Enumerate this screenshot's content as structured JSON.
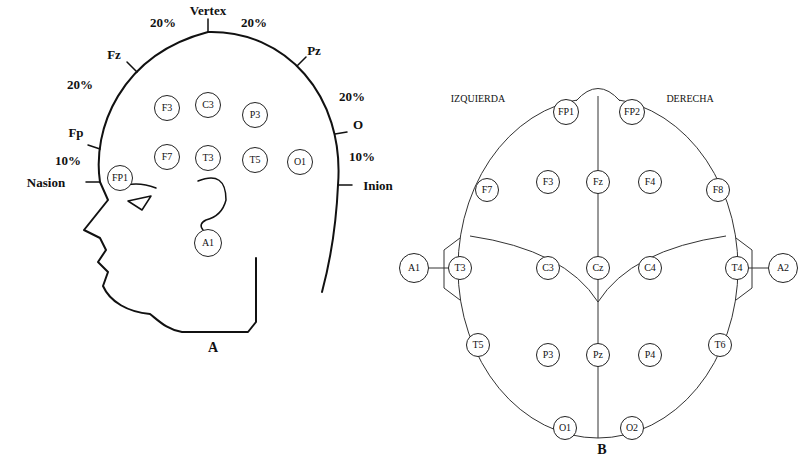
{
  "diagram": {
    "nodes": [
      {
        "text": [
          "F3"
        ]
      },
      {
        "text": [
          "C3"
        ]
      },
      {
        "text": [
          "P3"
        ]
      },
      {
        "text": [
          "FP1"
        ]
      },
      {
        "text": [
          "F7"
        ]
      },
      {
        "text": [
          "T3"
        ]
      },
      {
        "text": [
          "T5"
        ]
      },
      {
        "text": [
          "O1"
        ]
      },
      {
        "text": [
          "A1"
        ]
      },
      {
        "text": [
          "FP1"
        ]
      },
      {
        "text": [
          "FP2"
        ]
      },
      {
        "text": [
          "F7"
        ]
      },
      {
        "text": [
          "F3"
        ]
      },
      {
        "text": [
          "Fz"
        ]
      },
      {
        "text": [
          "F4"
        ]
      },
      {
        "text": [
          "F8"
        ]
      },
      {
        "text": [
          "A1"
        ]
      },
      {
        "text": [
          "T3"
        ]
      },
      {
        "text": [
          "C3"
        ]
      },
      {
        "text": [
          "Cz"
        ]
      },
      {
        "text": [
          "C4"
        ]
      },
      {
        "text": [
          "T4"
        ]
      },
      {
        "text": [
          "A2"
        ]
      },
      {
        "text": [
          "T5"
        ]
      },
      {
        "text": [
          "P3"
        ]
      },
      {
        "text": [
          "Pz"
        ]
      },
      {
        "text": [
          "P4"
        ]
      },
      {
        "text": [
          "T6"
        ]
      },
      {
        "text": [
          "O1"
        ]
      },
      {
        "text": [
          "O2"
        ]
      }
    ],
    "edges": [
      {
        "from": 16,
        "to": 17,
        "arrow": "none"
      },
      {
        "from": 21,
        "to": 22,
        "arrow": "none"
      }
    ],
    "labels": [
      "Vertex",
      "20%",
      "20%",
      "Fz",
      "20%",
      "Fp",
      "10%",
      "Nasion",
      "Pz",
      "20%",
      "O",
      "10%",
      "Inion",
      "A",
      "IZQUIERDA",
      "DERECHA",
      "B"
    ]
  }
}
